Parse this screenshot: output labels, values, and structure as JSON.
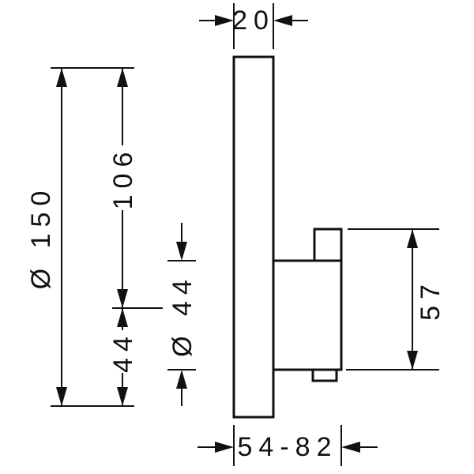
{
  "colors": {
    "ink": "#111111",
    "paper": "#ffffff"
  },
  "dimensions": {
    "plate_thickness": "20",
    "plate_diameter": "Ø 150",
    "top_to_handle_center": "106",
    "handle_center_to_bottom": "44",
    "handle_diameter": "Ø 44",
    "handle_height": "57",
    "installation_depth_range": "54-82"
  }
}
